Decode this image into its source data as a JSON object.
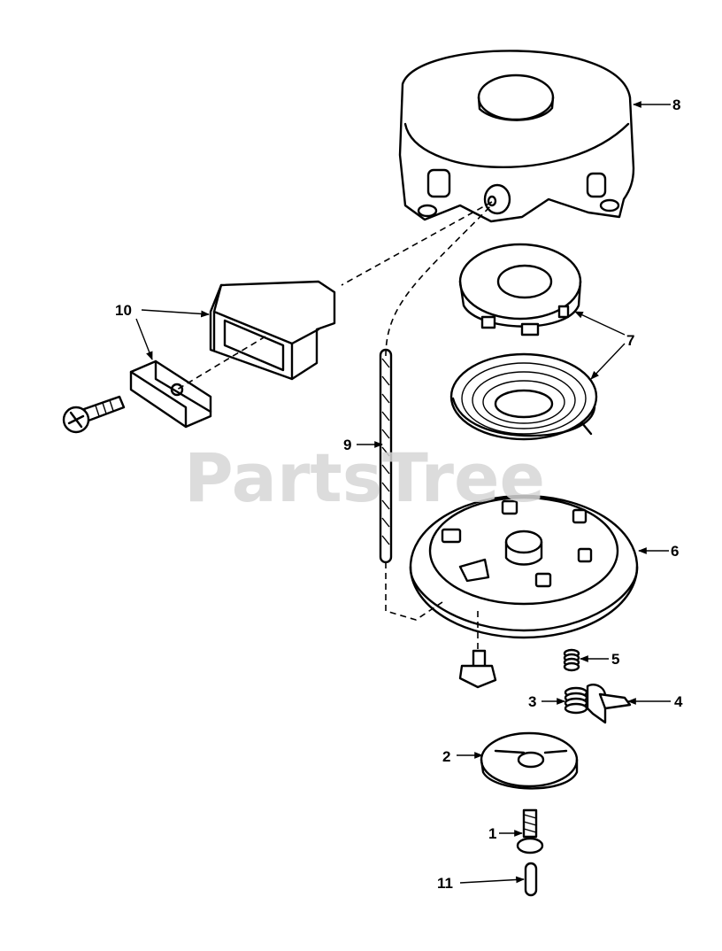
{
  "watermark": "PartsTree",
  "parts": [
    {
      "callout": "1"
    },
    {
      "callout": "2"
    },
    {
      "callout": "3"
    },
    {
      "callout": "4"
    },
    {
      "callout": "5"
    },
    {
      "callout": "6"
    },
    {
      "callout": "7"
    },
    {
      "callout": "8"
    },
    {
      "callout": "9"
    },
    {
      "callout": "10"
    },
    {
      "callout": "11"
    }
  ]
}
